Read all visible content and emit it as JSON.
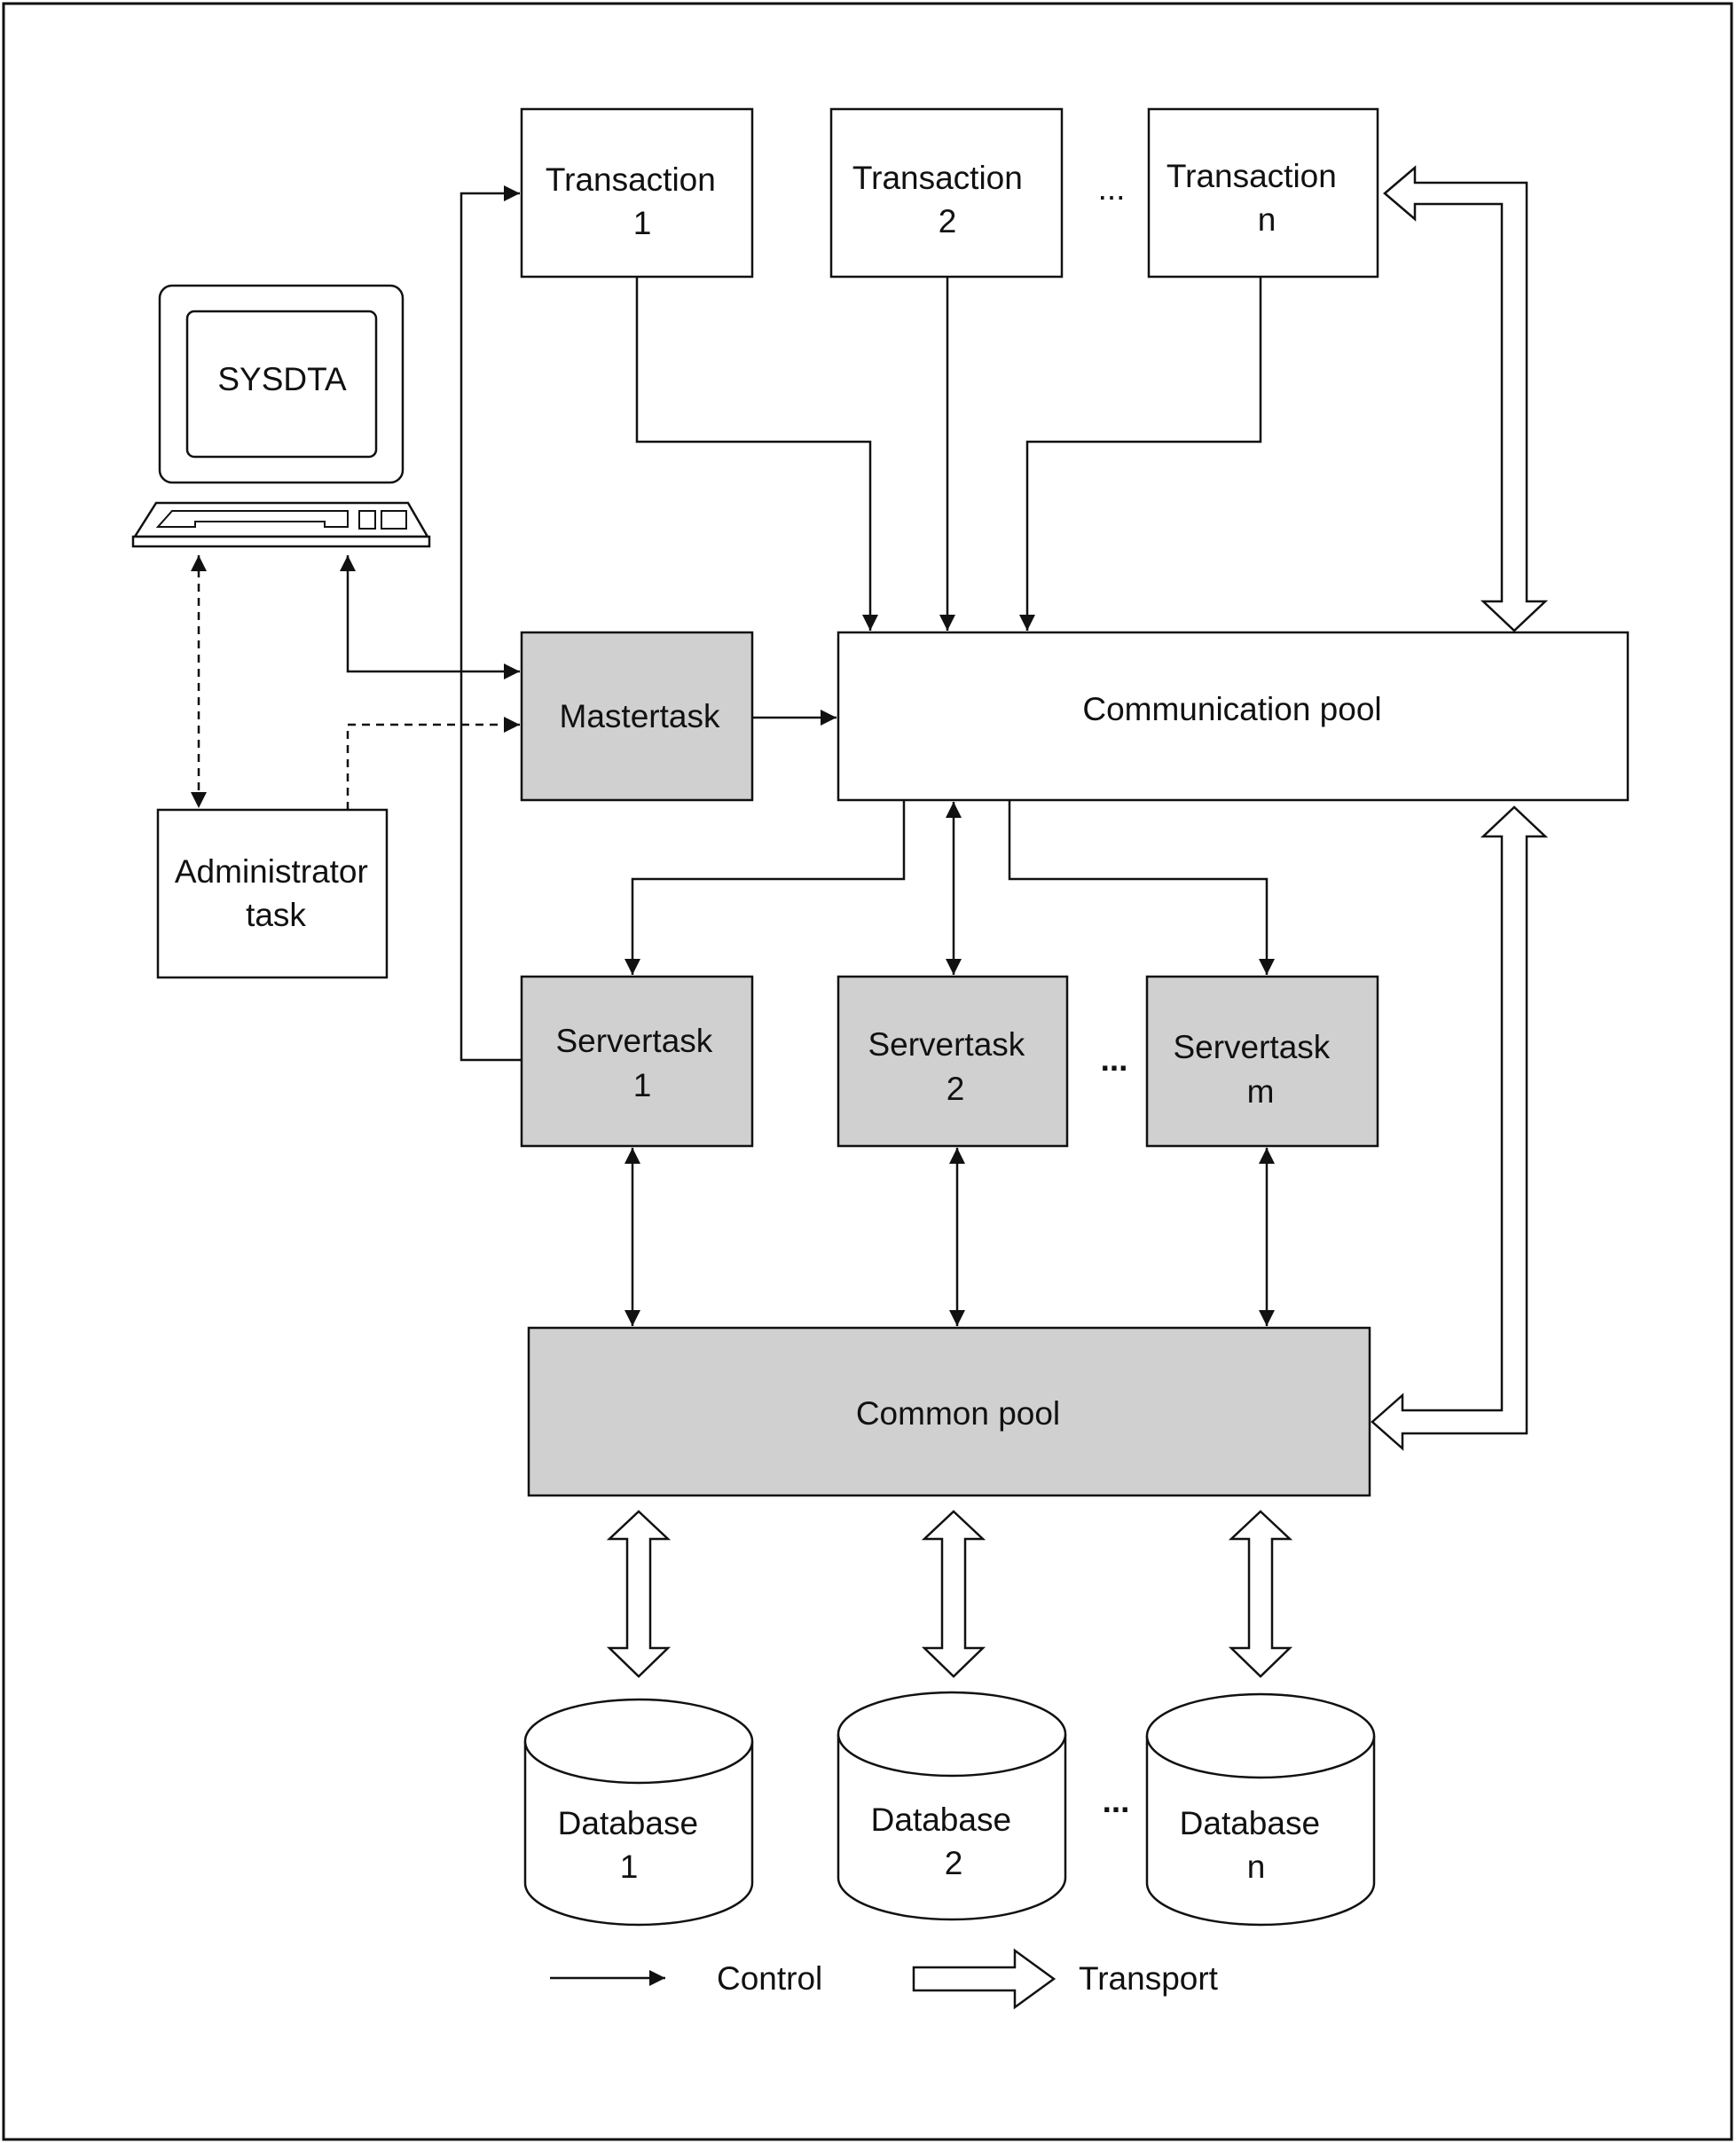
{
  "colors": {
    "shaded_fill": "#d0d0d0",
    "plain_fill": "#ffffff",
    "stroke": "#111111"
  },
  "terminal": {
    "screen_label": "SYSDTA",
    "icon": "computer-terminal-icon"
  },
  "administrator_task": {
    "line1": "Administrator",
    "line2": "task"
  },
  "transactions": [
    {
      "line1": "Transaction",
      "line2": "1"
    },
    {
      "line1": "Transaction",
      "line2": "2"
    },
    {
      "line1": "Transaction",
      "line2": "n"
    }
  ],
  "mastertask": {
    "label": "Mastertask"
  },
  "communication_pool": {
    "label": "Communication pool"
  },
  "servertasks": [
    {
      "line1": "Servertask",
      "line2": "1"
    },
    {
      "line1": "Servertask",
      "line2": "2"
    },
    {
      "line1": "Servertask",
      "line2": "m"
    }
  ],
  "common_pool": {
    "label": "Common pool"
  },
  "databases": [
    {
      "line1": "Database",
      "line2": "1"
    },
    {
      "line1": "Database",
      "line2": "2"
    },
    {
      "line1": "Database",
      "line2": "n"
    }
  ],
  "ellipsis": "...",
  "legend": {
    "control_label": "Control",
    "transport_label": "Transport"
  }
}
